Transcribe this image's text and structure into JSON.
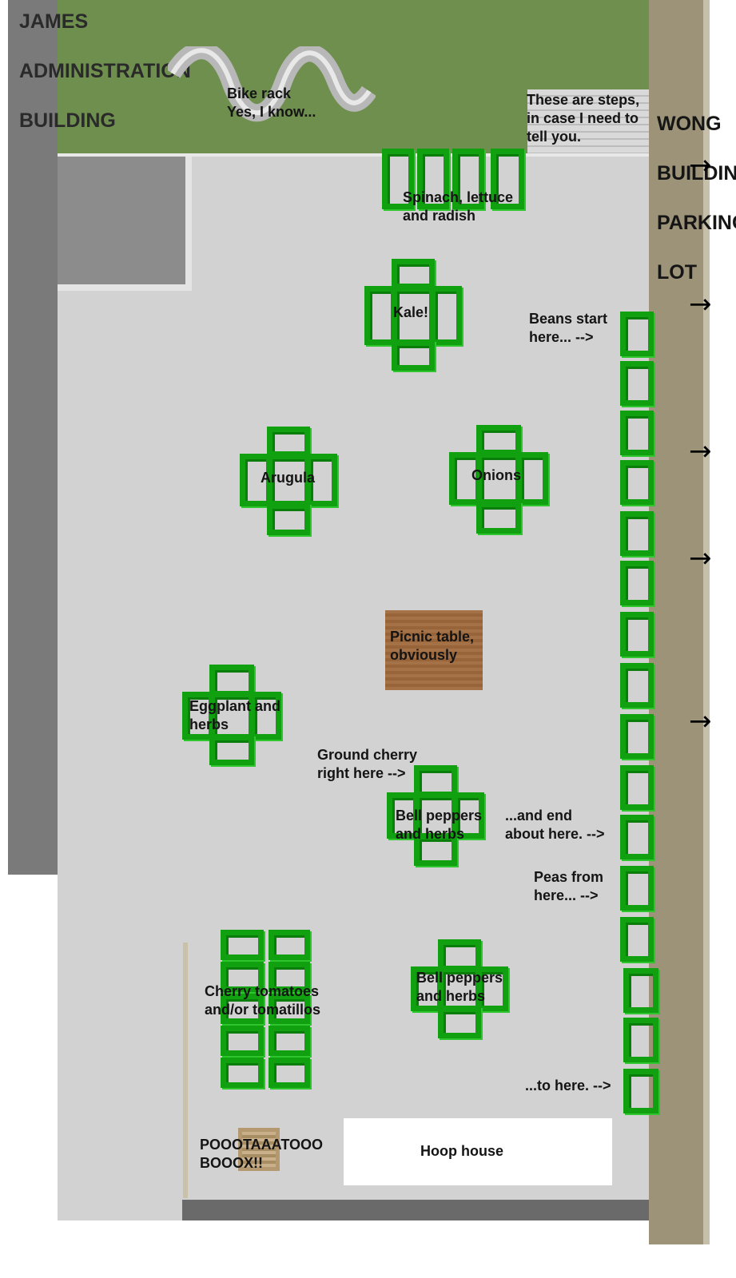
{
  "buildings": {
    "left": "JAMES\n\nADMINISTRATION\n\nBUILDING",
    "right": "WONG\n\nBUILDING\n\nPARKING\n\nLOT"
  },
  "labels": {
    "bike_rack": "Bike rack\nYes, I know...",
    "steps": "These are steps,\nin case I need to\ntell you.",
    "spinach": "Spinach, lettuce\nand radish",
    "kale": "Kale!",
    "beans_start": "Beans start\nhere... -->",
    "arugula": "Arugula",
    "onions": "Onions",
    "picnic": "Picnic table,\nobviously",
    "eggplant": "Eggplant and\nherbs",
    "ground_cherry": "Ground cherry\nright here -->",
    "bell_peppers_1": "Bell peppers\nand herbs",
    "beans_end": "...and end\nabout here. -->",
    "peas_from": "Peas from\nhere... -->",
    "cherry_tomatoes": "Cherry tomatoes\nand/or tomatillos",
    "bell_peppers_2": "Bell peppers\nand herbs",
    "to_here": "...to here. -->",
    "potato_box": "POOOTAAATOOO\nBOOOX!!",
    "hoop_house": "Hoop house"
  },
  "arrows": [
    "→",
    "→",
    "→",
    "→",
    "→"
  ],
  "colors": {
    "grass": "#6f8f4f",
    "pavement": "#d2d2d2",
    "planter_green": "#10a010",
    "left_building": "#7a7a7a",
    "right_building": "#9c9378",
    "picnic_table": "#a06a3e"
  }
}
